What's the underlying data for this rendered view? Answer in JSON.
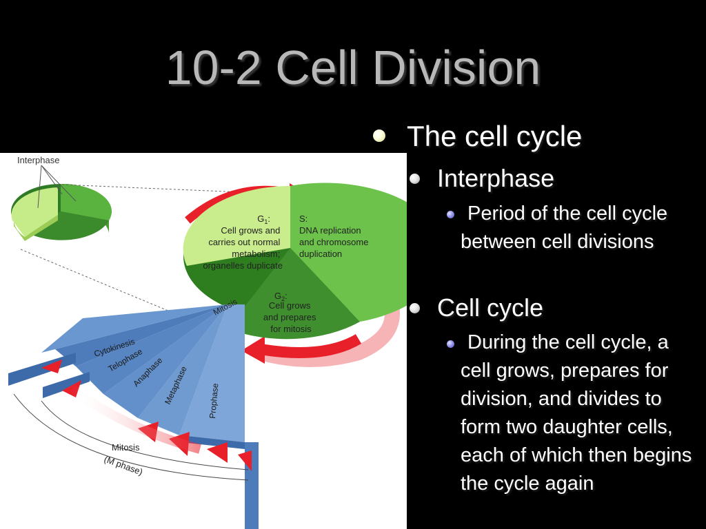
{
  "slide": {
    "title": "10-2 Cell Division",
    "bullets": {
      "l1": "The cell cycle",
      "l2a": "Interphase",
      "l3a": "Period of the cell cycle between cell divisions",
      "l2b": "Cell cycle",
      "l3b": "During the cell cycle, a cell grows, prepares for division, and divides to form two daughter cells, each of which then begins the cycle again"
    }
  },
  "figure": {
    "interphase_label": "Interphase",
    "g1_label": "G",
    "g1_sub": "1",
    "g1_colon": ":",
    "g1_lines": [
      "Cell grows and",
      "carries out normal",
      "metabolism;",
      "organelles duplicate"
    ],
    "s_label": "S:",
    "s_lines": [
      "DNA replication",
      "and chromosome",
      "duplication"
    ],
    "g2_label": "G",
    "g2_sub": "2",
    "g2_colon": ":",
    "g2_lines": [
      "Cell grows",
      "and prepares",
      "for mitosis"
    ],
    "mitosis_label": "Mitosis",
    "phases": [
      "Cytokinesis",
      "Telophase",
      "Anaphase",
      "Metaphase",
      "Prophase"
    ],
    "mphase_line1": "Mitosis",
    "mphase_line2": "(M phase)"
  },
  "colors": {
    "g1": "#c9ec8c",
    "s": "#6cc24a",
    "g2": "#3f8f2f",
    "mitosis_blue": "#6f9bd0",
    "arrow_red": "#e8202a"
  }
}
